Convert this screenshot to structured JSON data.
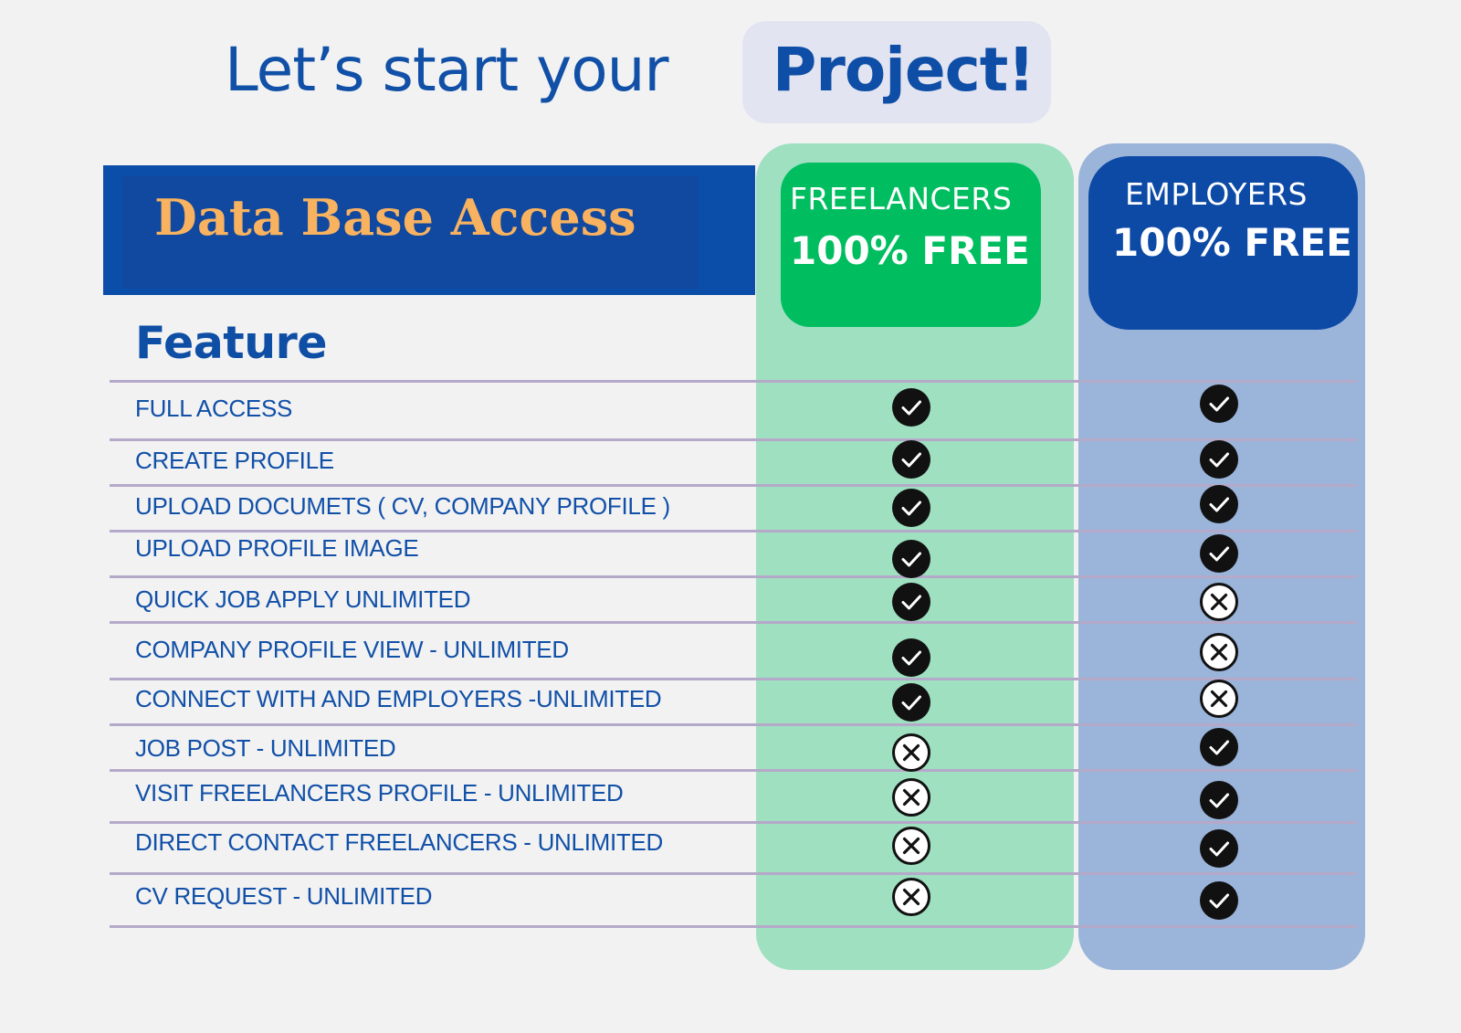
{
  "header": {
    "title_prefix": "Let’s start your",
    "title_highlight": "Project!"
  },
  "banner": {
    "title": "Data Base Access"
  },
  "plans": [
    {
      "name": "FREELANCERS",
      "price": "100% FREE"
    },
    {
      "name": "EMPLOYERS",
      "price": "100% FREE"
    }
  ],
  "table": {
    "heading": "Feature",
    "rows": [
      {
        "label": "FULL ACCESS",
        "freelancers": "yes",
        "employers": "yes"
      },
      {
        "label": "CREATE PROFILE",
        "freelancers": "yes",
        "employers": "yes"
      },
      {
        "label": "UPLOAD DOCUMETS ( CV, COMPANY PROFILE )",
        "freelancers": "yes",
        "employers": "yes"
      },
      {
        "label": "UPLOAD PROFILE IMAGE",
        "freelancers": "yes",
        "employers": "yes"
      },
      {
        "label": "QUICK JOB APPLY UNLIMITED",
        "freelancers": "yes",
        "employers": "no"
      },
      {
        "label": "COMPANY PROFILE VIEW - UNLIMITED",
        "freelancers": "yes",
        "employers": "no"
      },
      {
        "label": "CONNECT WITH  AND EMPLOYERS -UNLIMITED",
        "freelancers": "yes",
        "employers": "no"
      },
      {
        "label": "JOB POST - UNLIMITED",
        "freelancers": "no",
        "employers": "yes"
      },
      {
        "label": "VISIT FREELANCERS PROFILE - UNLIMITED",
        "freelancers": "no",
        "employers": "yes"
      },
      {
        "label": "DIRECT CONTACT FREELANCERS - UNLIMITED",
        "freelancers": "no",
        "employers": "yes"
      },
      {
        "label": "CV REQUEST - UNLIMITED",
        "freelancers": "no",
        "employers": "yes"
      }
    ]
  },
  "icons": {
    "yes": "check-icon",
    "no": "cross-icon"
  },
  "colors": {
    "brand_blue": "#1150a7",
    "banner_text": "#f8b260",
    "freelancer_green": "#00be60",
    "freelancer_column": "#9fe0c1",
    "employer_column": "#9bb4da"
  }
}
